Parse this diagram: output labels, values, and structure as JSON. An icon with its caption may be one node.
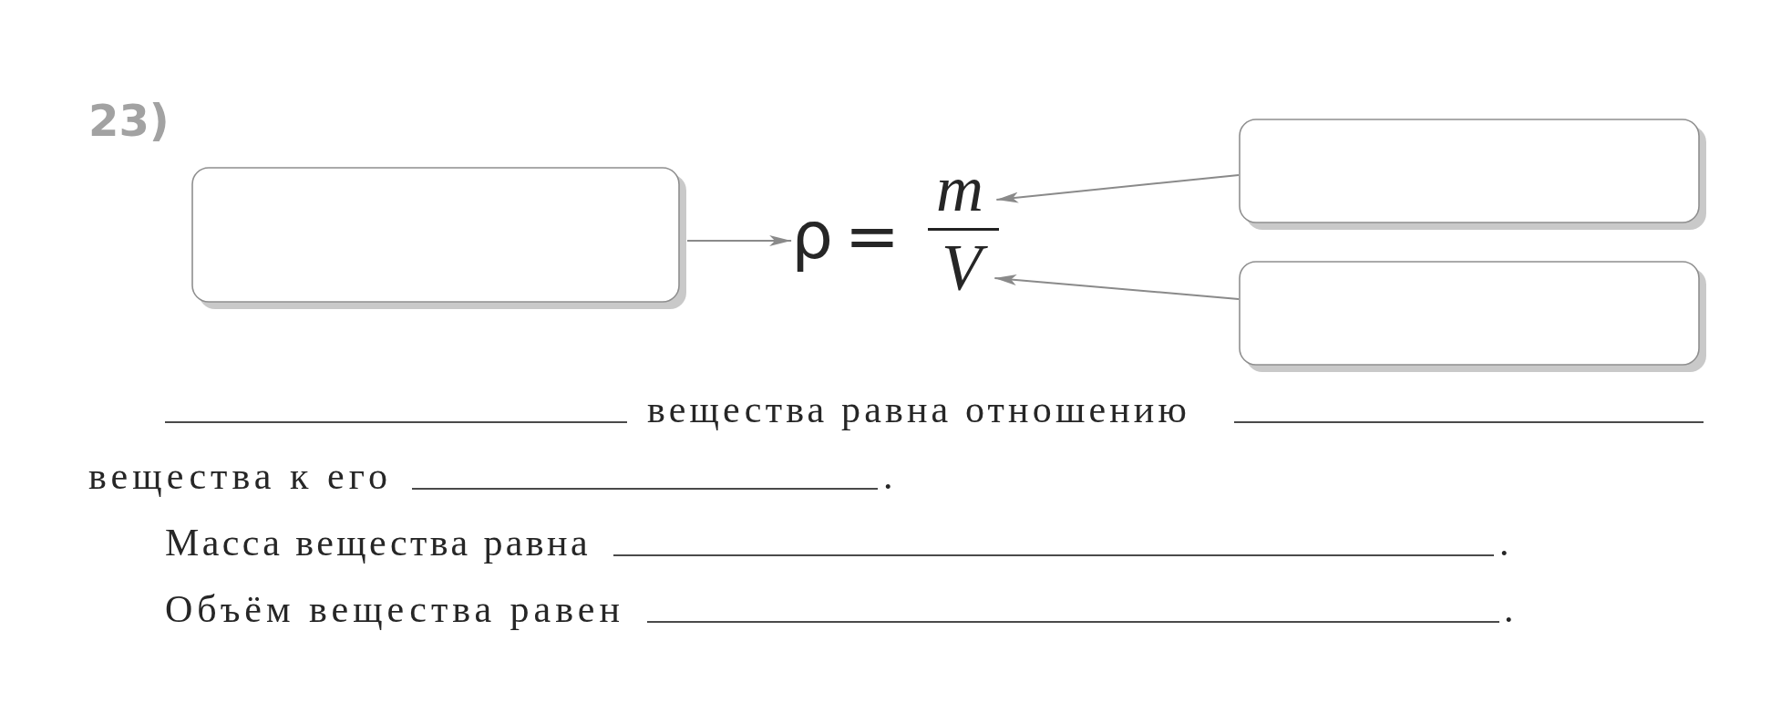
{
  "diagram": {
    "nodes": [
      {
        "text": [],
        "shape": "box"
      },
      {
        "text": [
          "ρ"
        ]
      },
      {
        "text": [
          "m"
        ]
      },
      {
        "text": [
          "V"
        ]
      },
      {
        "text": [],
        "shape": "box"
      },
      {
        "text": [],
        "shape": "box"
      }
    ],
    "edges": [
      {
        "from": 0,
        "to": 1,
        "arrow": "to"
      },
      {
        "from": 4,
        "to": 2,
        "arrow": "to"
      },
      {
        "from": 5,
        "to": 3,
        "arrow": "to"
      }
    ],
    "labels": [
      "23)",
      "=",
      "вещества равна отношению",
      "вещества к его",
      ".",
      "Масса вещества равна",
      ".",
      "Объём вещества равен",
      "."
    ]
  }
}
